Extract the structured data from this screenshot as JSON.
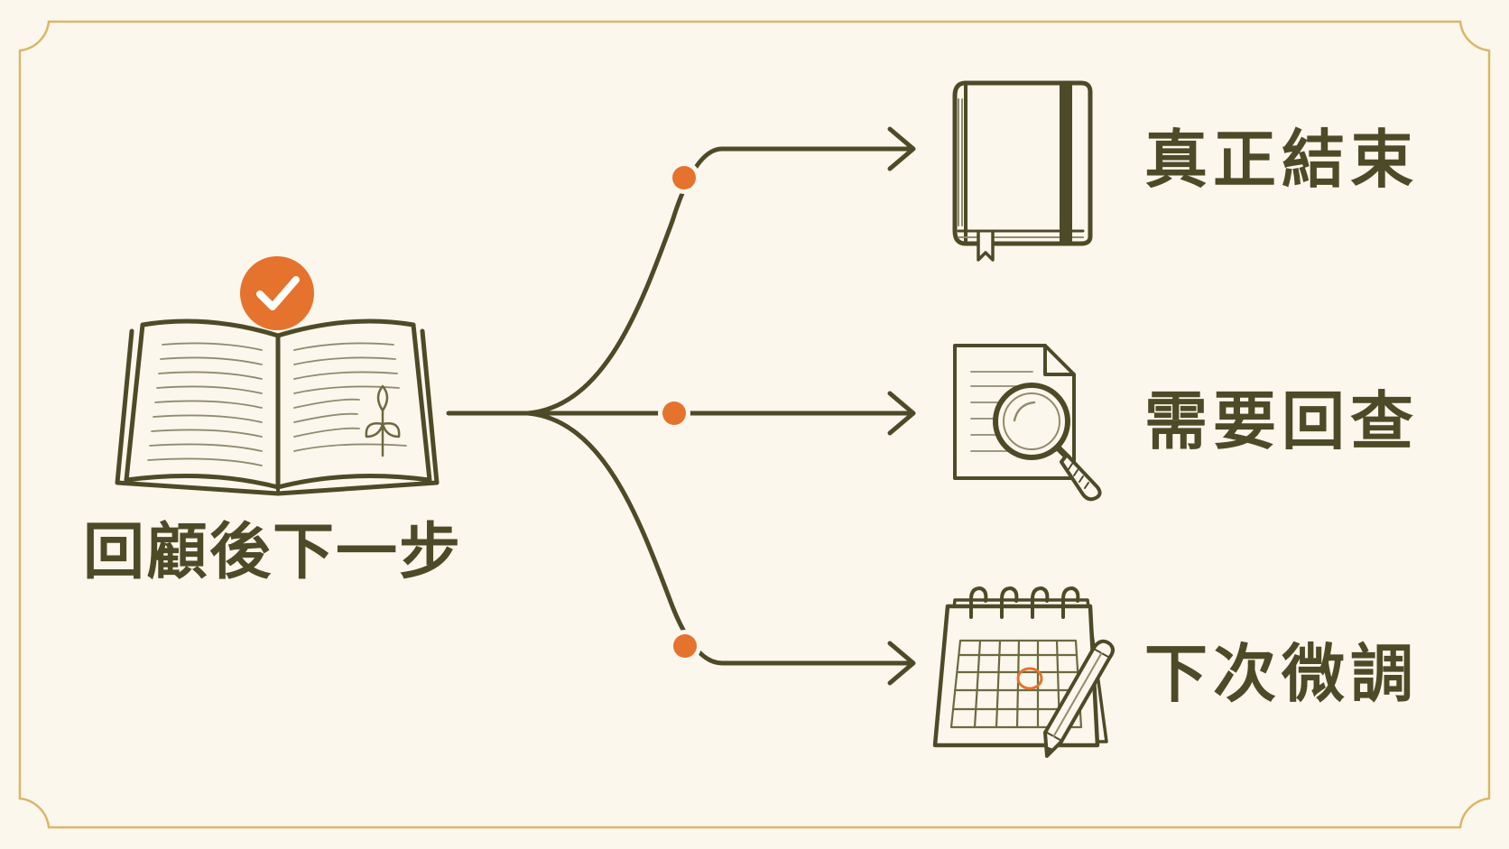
{
  "diagram": {
    "source": {
      "label": "回顧後下一步",
      "icon": "open-book-icon",
      "badge_icon": "check-badge-icon"
    },
    "branches": [
      {
        "label": "真正結束",
        "icon": "closed-notebook-icon"
      },
      {
        "label": "需要回查",
        "icon": "document-magnifier-icon"
      },
      {
        "label": "下次微調",
        "icon": "calendar-pencil-icon"
      }
    ]
  },
  "colors": {
    "background": "#fbf7ec",
    "frame": "#d9b768",
    "ink": "#4d4b27",
    "accent": "#e5732d"
  }
}
